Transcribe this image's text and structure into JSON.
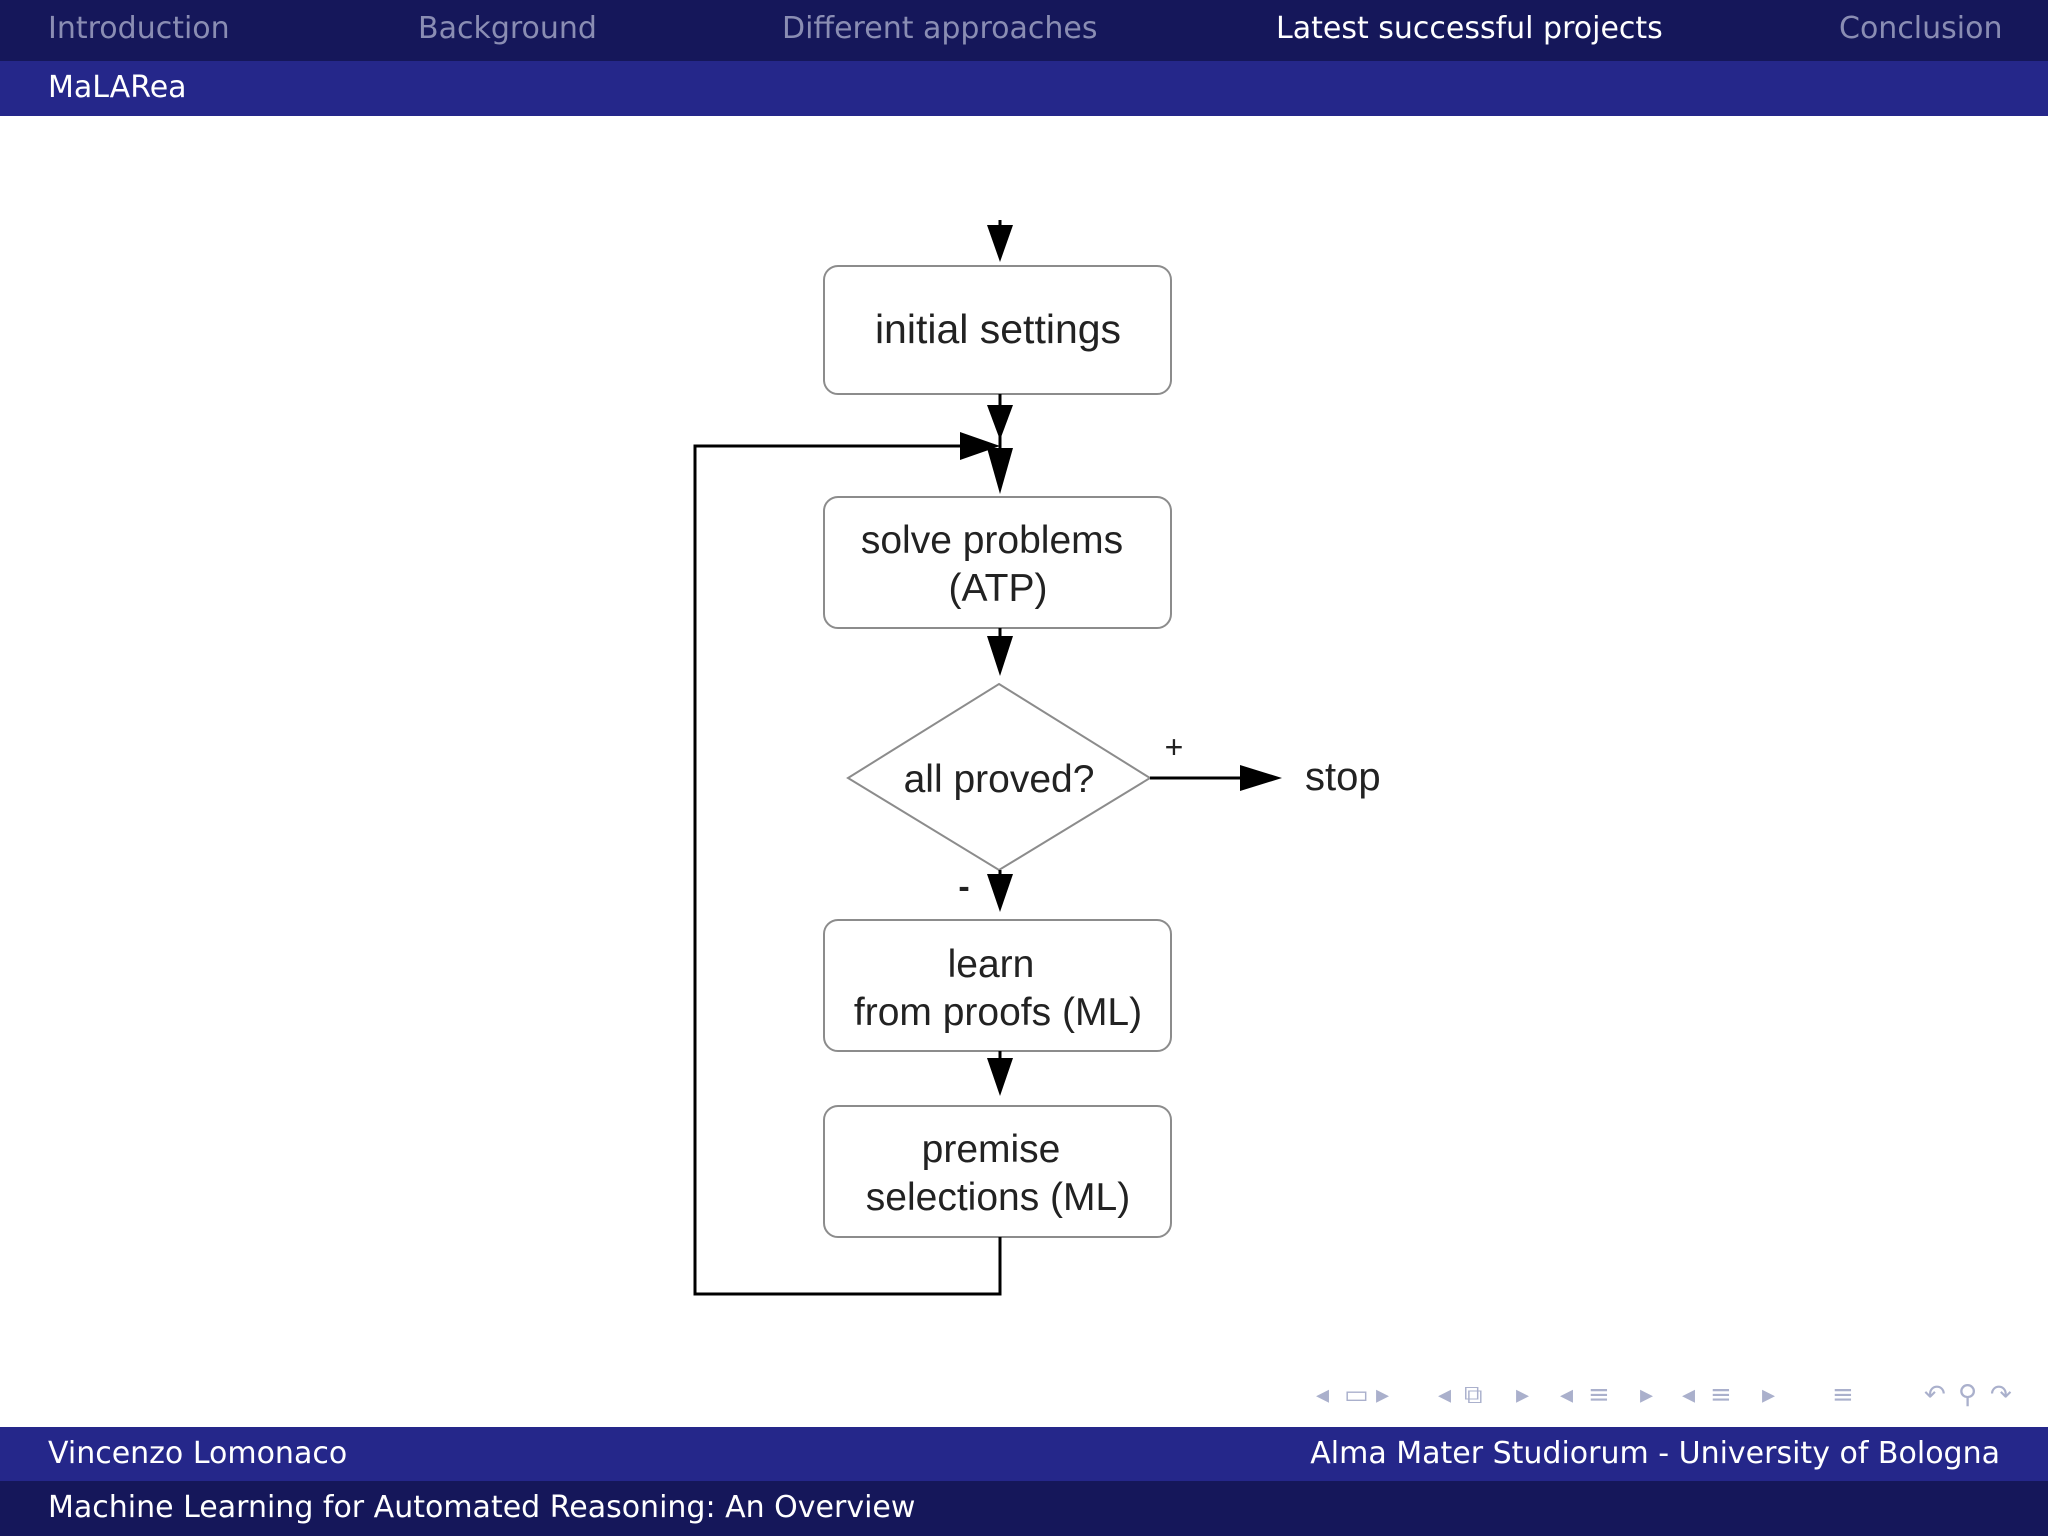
{
  "nav": {
    "sections": [
      {
        "label": "Introduction"
      },
      {
        "label": "Background"
      },
      {
        "label": "Different approaches"
      },
      {
        "label": "Latest successful projects"
      },
      {
        "label": "Conclusion"
      }
    ],
    "active_index": 3
  },
  "subsection": {
    "label": "MaLARea"
  },
  "diagram": {
    "box_initial": "initial settings",
    "box_solve": [
      "solve problems",
      "(ATP)"
    ],
    "decision": "all proved?",
    "plus_label": "+",
    "minus_label": "-",
    "stop_label": "stop",
    "box_learn": [
      "learn",
      "from proofs (ML)"
    ],
    "box_premise": [
      "premise",
      "selections (ML)"
    ]
  },
  "nav_controls": {
    "icons": [
      "arrow-left-icon",
      "frame-icon",
      "arrow-right-icon",
      "arrow-left-icon",
      "slides-icon",
      "arrow-right-icon",
      "arrow-left-icon",
      "subsection-icon",
      "arrow-right-icon",
      "arrow-left-icon",
      "section-icon",
      "arrow-right-icon",
      "align-icon",
      "undo-icon",
      "search-icon",
      "redo-icon"
    ]
  },
  "footer": {
    "author": "Vincenzo Lomonaco",
    "institution": "Alma Mater Studiorum - University of Bologna",
    "title": "Machine Learning for Automated Reasoning: An Overview"
  },
  "colors": {
    "header_dark": "#15175a",
    "header_mid": "#25278a",
    "nav_inactive": "#8a8db3",
    "nav_active": "#ffffff",
    "controls": "#aab0cc"
  }
}
